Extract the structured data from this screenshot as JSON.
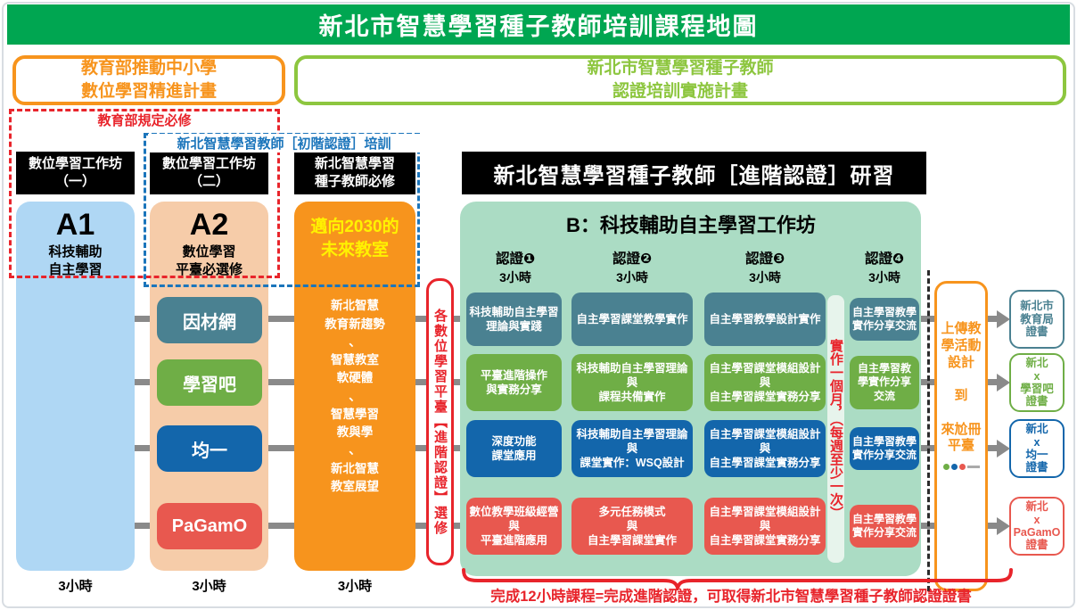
{
  "banner": {
    "title": "新北市智慧學習種子教師培訓課程地圖"
  },
  "top": {
    "moe_plan": "教育部推動中小學\n數位學習精進計畫",
    "ntpc_plan": "新北市智慧學習種子教師\n認證培訓實施計畫"
  },
  "labels": {
    "moe_required": "教育部規定必修",
    "initial_cert": "新北智慧學習教師［初階認證］培訓"
  },
  "advanced": {
    "title": "新北智慧學習種子教師［進階認證］研習"
  },
  "columns": {
    "a1": {
      "header": "數位學習工作坊\n（一）",
      "code": "A1",
      "name": "科技輔助\n自主學習",
      "hours": "3小時"
    },
    "a2": {
      "header": "數位學習工作坊\n（二）",
      "code": "A2",
      "name": "數位學習\n平臺必選修",
      "hours": "3小時",
      "platforms": [
        {
          "label": "因材網",
          "color": "#4A8191"
        },
        {
          "label": "學習吧",
          "color": "#6FAE46"
        },
        {
          "label": "均一",
          "color": "#1366AB"
        },
        {
          "label": "PaGamO",
          "color": "#E8584F"
        }
      ]
    },
    "seed": {
      "header": "新北智慧學習\n種子教師必修",
      "highlight": "邁向2030的\n未來教室",
      "topics": "新北智慧\n教育新趨勢\n、\n智慧教室\n軟硬體\n、\n智慧學習\n教與學\n、\n新北智慧\n教室展望",
      "hours": "3小時"
    }
  },
  "elective": {
    "text": "各數位學習平臺【進階認證】選修"
  },
  "workshop_b": {
    "title": "B：科技輔助自主學習工作坊",
    "cert_headers": [
      {
        "label": "認證❶",
        "hours": "3小時"
      },
      {
        "label": "認證❷",
        "hours": "3小時"
      },
      {
        "label": "認證❸",
        "hours": "3小時"
      },
      {
        "label": "認證❹",
        "hours": "3小時"
      }
    ],
    "practice_note": "實作一個月，（每週至少一次）",
    "rows": [
      {
        "color": "#4A8191",
        "cells": [
          "科技輔助自主學習\n理論與實踐",
          "自主學習課堂教學實作",
          "自主學習教學設計實作",
          "自主學習教學\n實作分享交流"
        ]
      },
      {
        "color": "#6FAE46",
        "cells": [
          "平臺進階操作\n與實務分享",
          "科技輔助自主學習理論\n與\n課程共備實作",
          "自主學習課堂模組設計\n與\n自主學習課堂實務分享",
          "自主學習教\n學實作分享\n交流"
        ]
      },
      {
        "color": "#1366AB",
        "cells": [
          "深度功能\n課堂應用",
          "科技輔助自主學習理論\n與\n課堂實作：WSQ設計",
          "自主學習課堂模組設計\n與\n自主學習課堂實務分享",
          "自主學習教學\n實作分享交流"
        ]
      },
      {
        "color": "#E8584F",
        "cells": [
          "數位教學班級經營\n與\n平臺進階應用",
          "多元任務模式\n與\n自主學習課堂實作",
          "自主學習課堂模組設計\n與\n自主學習課堂實務分享",
          "自主學習教學\n實作分享交流"
        ]
      }
    ]
  },
  "upload": {
    "text": "上傳教\n學活動\n設計\n\n到\n\n來尬冊\n平臺"
  },
  "certificates": [
    {
      "label": "新北市\n教育局\n證書",
      "color": "#4A8191"
    },
    {
      "label": "新北\nx\n學習吧\n證書",
      "color": "#6FAE46"
    },
    {
      "label": "新北\nx\n均一\n證書",
      "color": "#1366AB"
    },
    {
      "label": "新北\nx\nPaGamO\n證書",
      "color": "#E8584F"
    }
  ],
  "footer": {
    "note": "完成12小時課程=完成進階認證，可取得新北市智慧學習種子教師認證證書"
  },
  "colors": {
    "banner_green": "#00A651",
    "moe_orange": "#F7941D",
    "plan_green": "#8DC63F",
    "required_red": "#E8242B",
    "initial_blue": "#1B75BB",
    "a1_blue": "#AFD7F4",
    "a2_peach": "#F6CCA9",
    "seed_orange": "#F7941D",
    "highlight_yellow": "#FFF200",
    "panel_green": "#ABDCC4",
    "strip_pale": "#E7F4EC",
    "arrow_gray": "#8A8A8A",
    "teal": "#4A8191",
    "green": "#6FAE46",
    "blue": "#1366AB",
    "red": "#E8584F"
  }
}
